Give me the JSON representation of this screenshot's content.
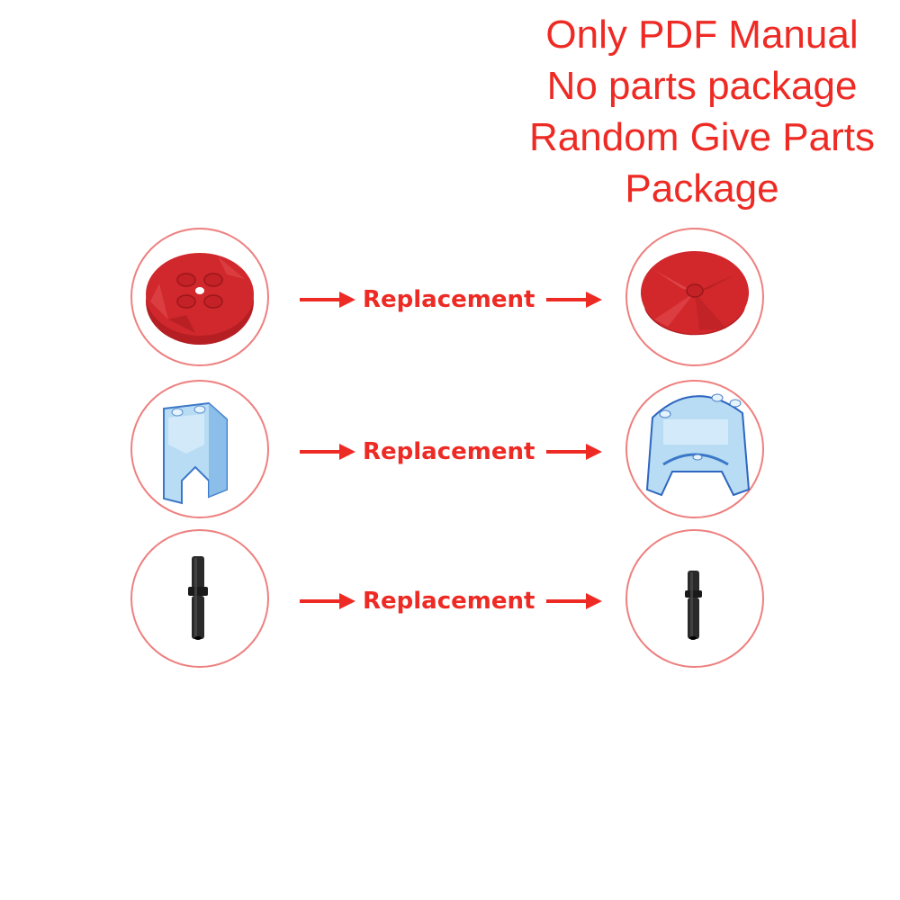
{
  "notice": {
    "lines": [
      "Only PDF Manual",
      "No parts package",
      "Random Give Parts",
      "Package"
    ],
    "color": "#ee2a24"
  },
  "rows": [
    {
      "label": "Replacement",
      "original_part": "red-round-plate-icon",
      "replacement_part": "red-round-dish-icon"
    },
    {
      "label": "Replacement",
      "original_part": "trans-blue-windscreen-icon",
      "replacement_part": "trans-blue-cockpit-icon"
    },
    {
      "label": "Replacement",
      "original_part": "black-axle-pin-icon",
      "replacement_part": "black-axle-pin-short-icon"
    }
  ],
  "colors": {
    "accent": "#ee2a24",
    "circle_border": "#ee8080",
    "brick_red": "#c8262a",
    "trans_blue": "#a9d4f0",
    "black_part": "#1e1e1e"
  }
}
